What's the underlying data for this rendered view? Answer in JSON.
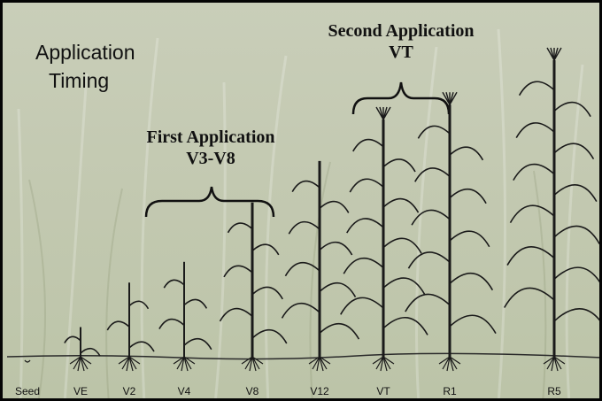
{
  "title": {
    "line1": "Application",
    "line2": "Timing"
  },
  "first_application": {
    "label": "First Application",
    "range": "V3-V8"
  },
  "second_application": {
    "label": "Second Application",
    "range": "VT"
  },
  "stages": [
    {
      "label": "Seed",
      "height": 0
    },
    {
      "label": "VE",
      "height": 0.1
    },
    {
      "label": "V2",
      "height": 0.25
    },
    {
      "label": "V4",
      "height": 0.32
    },
    {
      "label": "V8",
      "height": 0.52
    },
    {
      "label": "V12",
      "height": 0.66
    },
    {
      "label": "VT",
      "height": 0.8
    },
    {
      "label": "R1",
      "height": 0.85
    },
    {
      "label": "R5",
      "height": 1.0
    }
  ],
  "colors": {
    "background": "#c5cbb3",
    "ink": "#1a1a1a",
    "ground": "#2a2a2a"
  }
}
